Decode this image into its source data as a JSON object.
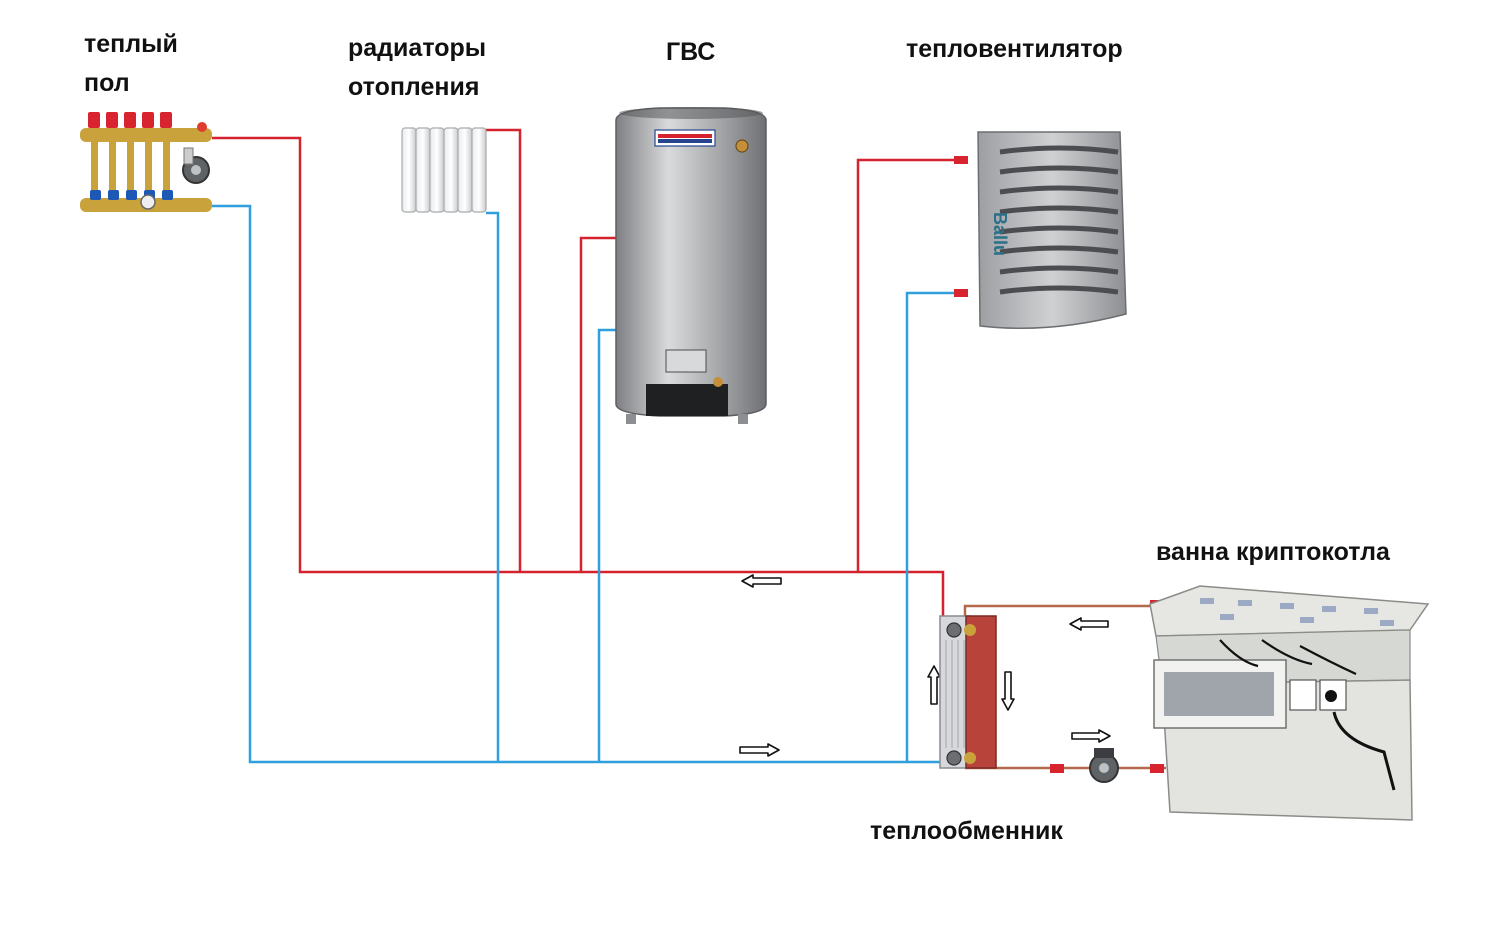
{
  "labels": {
    "underfloor_heating": [
      "теплый",
      "пол"
    ],
    "radiators": [
      "радиаторы",
      "отопления"
    ],
    "hot_water": "ГВС",
    "fan_heater": "тепловентилятор",
    "crypto_boiler_bath": "ванна криптокотла",
    "heat_exchanger": "теплообменник"
  },
  "device_text": {
    "fan_brand": "Ballu"
  },
  "colors": {
    "supply": "#d4232e",
    "return": "#2f9fdd",
    "primary_loop": "#b5694a",
    "steel": "#a7a9ab",
    "brass": "#c9a23c",
    "exchanger_plate": "#b8433a",
    "panel": "#d6d8d4"
  }
}
